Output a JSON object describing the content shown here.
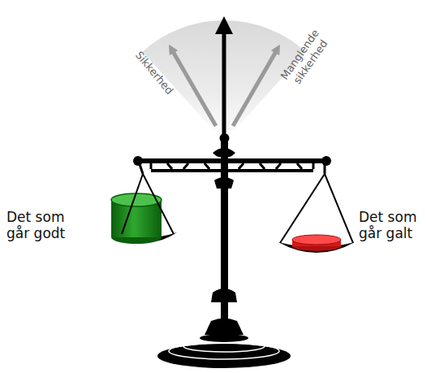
{
  "diagram": {
    "labels": [
      "Sikkerhed",
      "Manglende sikkerhed",
      "Det som går godt",
      "Det som går galt"
    ]
  }
}
